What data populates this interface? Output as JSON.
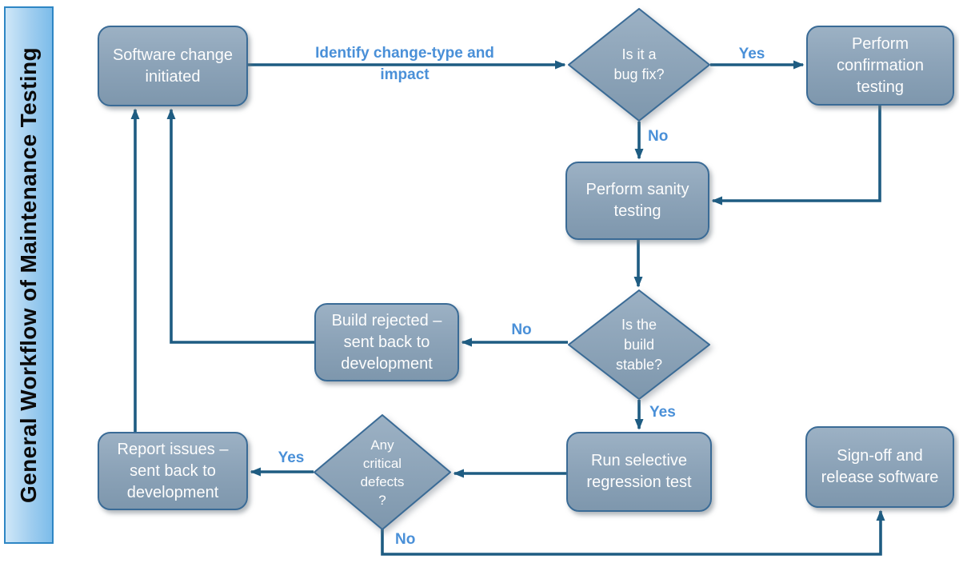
{
  "title": "General Workflow of Maintenance Testing",
  "colors": {
    "connector": "#1E5C82",
    "edge_label": "#4A90D8",
    "node_border": "#3A6B96",
    "node_top": "#9CB1C4",
    "node_mid": "#8CA3B8",
    "node_bottom": "#7E97AD",
    "node_text": "#FDFDFD",
    "banner_border": "#2E86C4",
    "banner_left": "#CFE7F8",
    "banner_mid": "#9FCDEF",
    "banner_right": "#7CBCEA",
    "title_text": "#0B0B0B"
  },
  "nodes": {
    "software_change": {
      "label": "Software change initiated"
    },
    "bug_fix": {
      "label": "Is it a bug fix?"
    },
    "confirmation": {
      "label": "Perform confirmation testing"
    },
    "sanity": {
      "label": "Perform sanity testing"
    },
    "build_stable": {
      "label": "Is the build stable?"
    },
    "build_rejected": {
      "label": "Build rejected – sent back to development"
    },
    "regression": {
      "label": "Run selective regression test"
    },
    "critical_defects": {
      "label": "Any critical defects ?"
    },
    "report_issues": {
      "label": "Report issues – sent back to development"
    },
    "signoff": {
      "label": "Sign-off and release software"
    }
  },
  "edge_labels": {
    "identify": "Identify change-type and impact",
    "bug_fix_yes": "Yes",
    "bug_fix_no": "No",
    "stable_no": "No",
    "stable_yes": "Yes",
    "defects_yes": "Yes",
    "defects_no": "No"
  }
}
